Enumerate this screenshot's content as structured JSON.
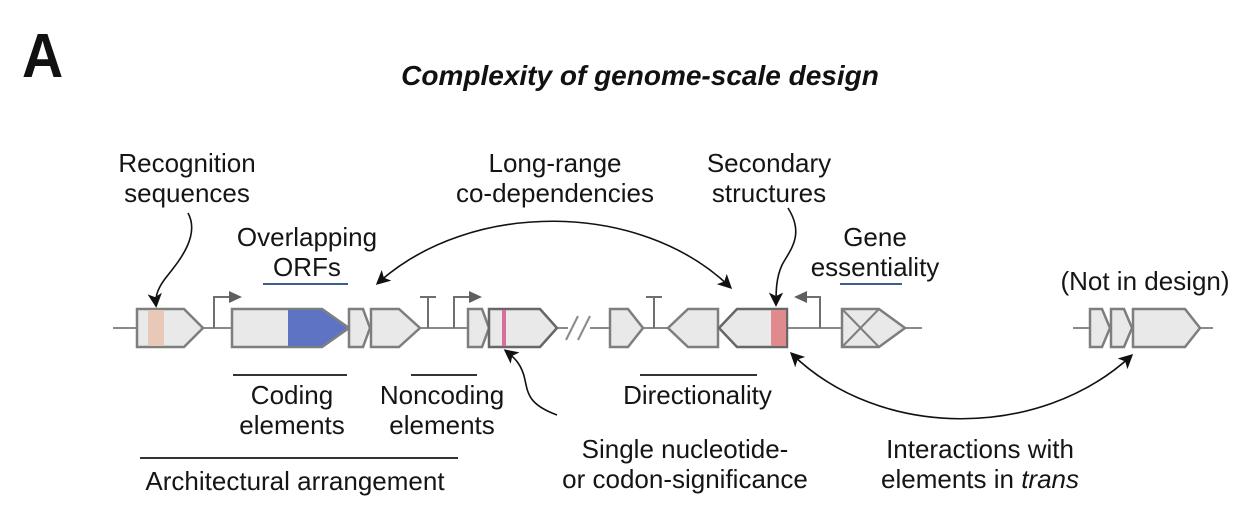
{
  "panel_label": "A",
  "title": "Complexity of genome-scale design",
  "labels": {
    "recognition": [
      "Recognition",
      "sequences"
    ],
    "overlapping": [
      "Overlapping",
      "ORFs"
    ],
    "long_range": [
      "Long-range",
      "co-dependencies"
    ],
    "secondary": [
      "Secondary",
      "structures"
    ],
    "gene_essentiality": [
      "Gene",
      "essentiality"
    ],
    "not_in_design": "(Not in design)",
    "coding": [
      "Coding",
      "elements"
    ],
    "noncoding": [
      "Noncoding",
      "elements"
    ],
    "directionality": "Directionality",
    "architectural": "Architectural arrangement",
    "single_nucleotide": [
      "Single nucleotide-",
      "or codon-significance"
    ],
    "trans": [
      "Interactions with",
      "elements in ",
      "trans"
    ]
  },
  "colors": {
    "gene_fill": "#e8e9e8",
    "gene_stroke": "#7d7e7e",
    "recognition_site": "#e8c8b6",
    "overlap_orf": "#5e73c4",
    "codon_mark": "#d6709a",
    "secondary_structure": "#e08a8e",
    "underline": "#3b5f8f"
  }
}
